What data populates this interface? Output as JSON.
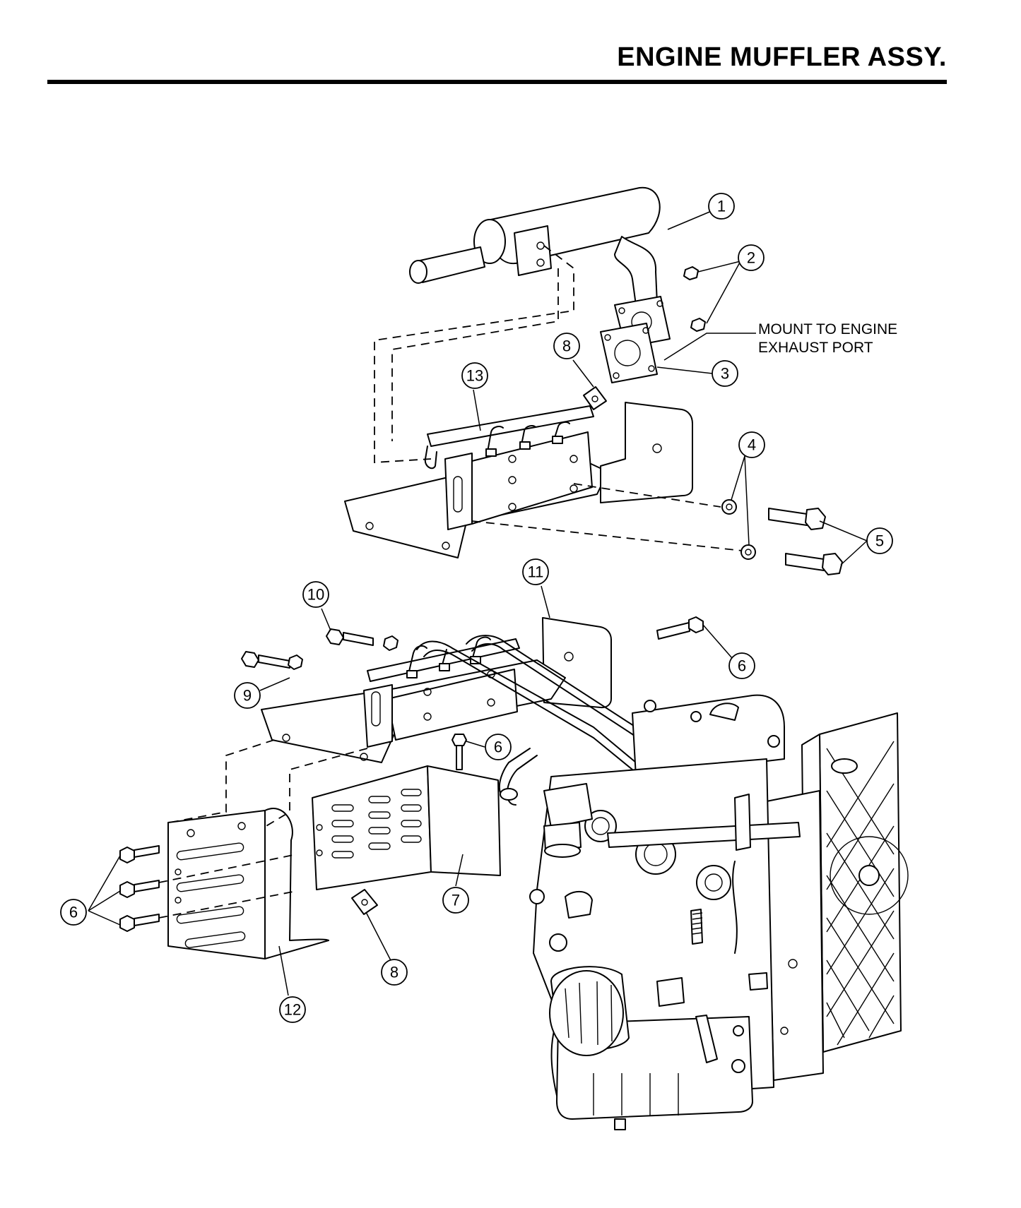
{
  "page_title": "ENGINE MUFFLER ASSY.",
  "note": {
    "line1": "MOUNT TO ENGINE",
    "line2": "EXHAUST PORT"
  },
  "callouts": [
    {
      "id": "c1",
      "label": "1"
    },
    {
      "id": "c2",
      "label": "2"
    },
    {
      "id": "c3",
      "label": "3"
    },
    {
      "id": "c4",
      "label": "4"
    },
    {
      "id": "c5",
      "label": "5"
    },
    {
      "id": "c6a",
      "label": "6"
    },
    {
      "id": "c6b",
      "label": "6"
    },
    {
      "id": "c6c",
      "label": "6"
    },
    {
      "id": "c7",
      "label": "7"
    },
    {
      "id": "c8a",
      "label": "8"
    },
    {
      "id": "c8b",
      "label": "8"
    },
    {
      "id": "c9",
      "label": "9"
    },
    {
      "id": "c10",
      "label": "10"
    },
    {
      "id": "c11",
      "label": "11"
    },
    {
      "id": "c12",
      "label": "12"
    },
    {
      "id": "c13",
      "label": "13"
    }
  ]
}
